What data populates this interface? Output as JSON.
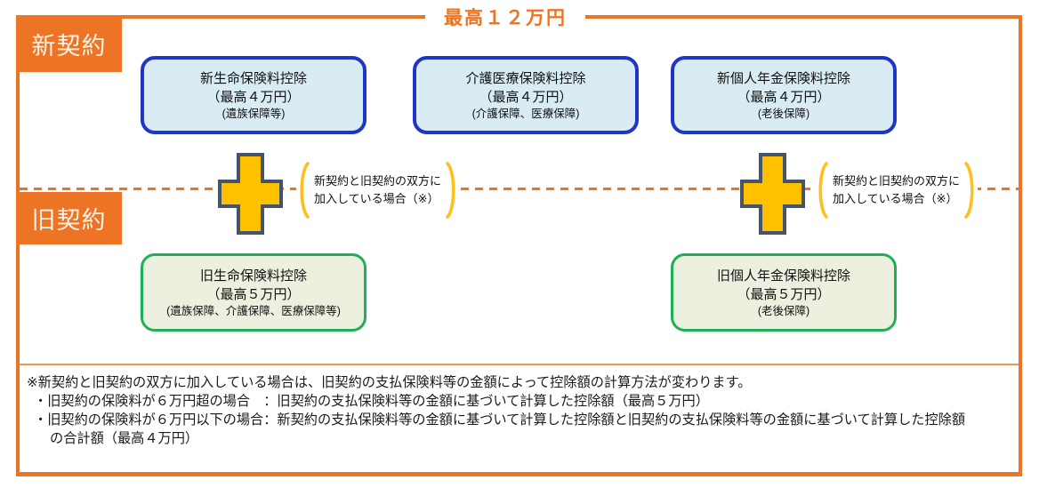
{
  "header": {
    "title": "最高１２万円"
  },
  "rows": {
    "new_label": "新契約",
    "old_label": "旧契約"
  },
  "boxes": {
    "new_life": {
      "name": "新生命保険料控除",
      "max": "（最高４万円）",
      "coverage": "(遺族保障等)"
    },
    "care_medical": {
      "name": "介護医療保険料控除",
      "max": "（最高４万円）",
      "coverage": "(介護保障、医療保障)"
    },
    "new_pension": {
      "name": "新個人年金保険料控除",
      "max": "（最高４万円）",
      "coverage": "(老後保障)"
    },
    "old_life": {
      "name": "旧生命保険料控除",
      "max": "（最高５万円）",
      "coverage": "(遺族保障、介護保障、医療保障等)"
    },
    "old_pension": {
      "name": "旧個人年金保険料控除",
      "max": "（最高５万円）",
      "coverage": "(老後保障)"
    }
  },
  "plus_note": {
    "line1": "新契約と旧契約の双方に",
    "line2": "加入している場合（※）"
  },
  "footnote": {
    "line1": "※新契約と旧契約の双方に加入している場合は、旧契約の支払保険料等の金額によって控除額の計算方法が変わります。",
    "line2": "・旧契約の保険料が６万円超の場合　：旧契約の支払保険料等の金額に基づいて計算した控除額（最高５万円）",
    "line3": "・旧契約の保険料が６万円以下の場合：新契約の支払保険料等の金額に基づいて計算した控除額と旧契約の支払保険料等の金額に基づいて計算した控除額",
    "line4": "の合計額（最高４万円）"
  },
  "colors": {
    "orange": "#ED7425",
    "title_orange": "#F07320",
    "divider_orange": "#E99A55",
    "blue_border": "#1F35C8",
    "blue_fill": "#D9ECF4",
    "green_border": "#1FAF54",
    "green_fill": "#EBF1DE",
    "plus_fill": "#FFC000",
    "plus_stroke": "#44546A",
    "bracket_yellow": "#FFBF1F",
    "label_text": "#FDF3E7"
  }
}
